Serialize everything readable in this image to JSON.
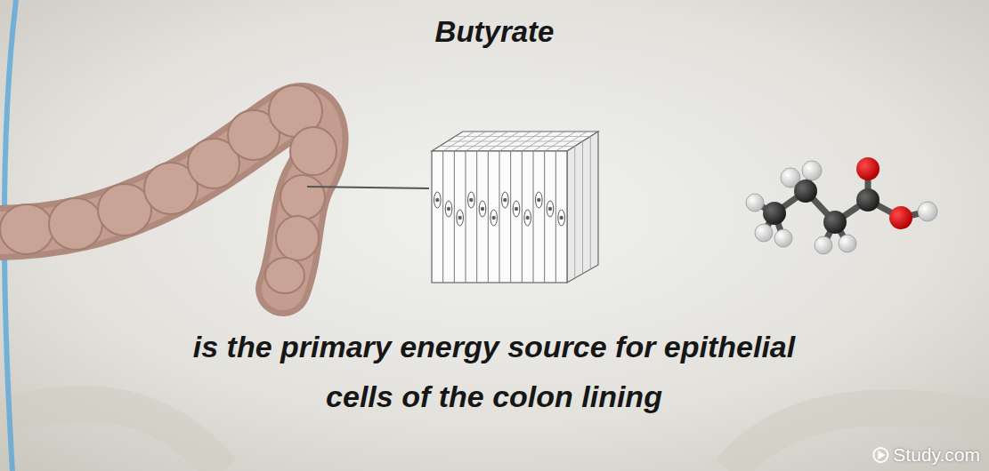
{
  "diagram": {
    "title": "Butyrate",
    "caption": "is the primary energy source for epithelial cells of the colon lining",
    "labels": [
      "Study.com"
    ]
  }
}
